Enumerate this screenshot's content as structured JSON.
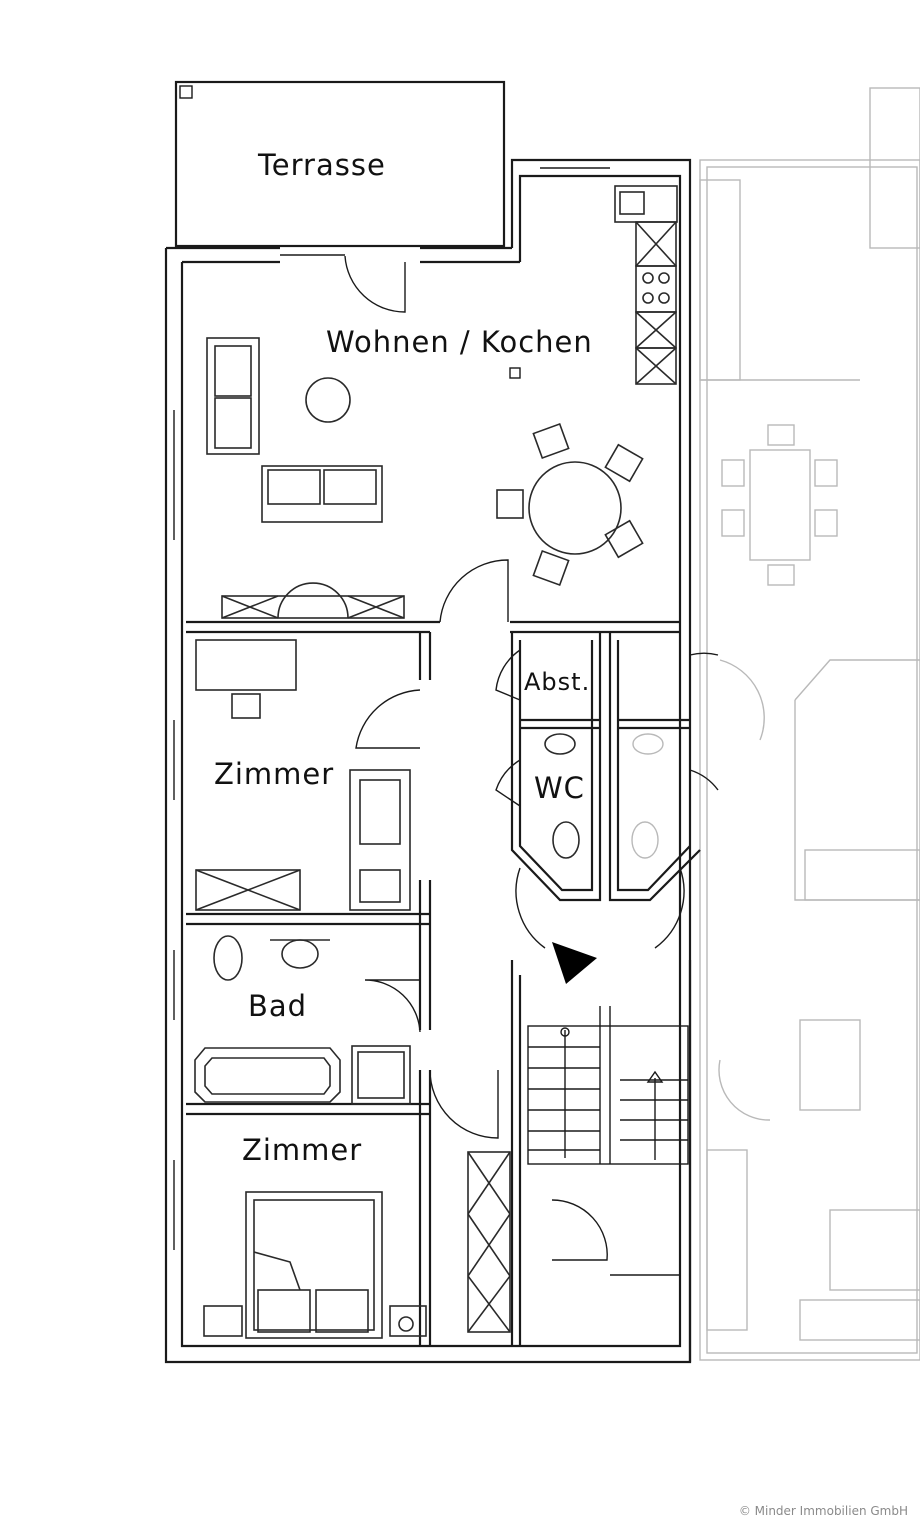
{
  "rooms": {
    "terrace": "Terrasse",
    "living_kitchen": "Wohnen / Kochen",
    "storage": "Abst.",
    "wc": "WC",
    "room_upper": "Zimmer",
    "bathroom": "Bad",
    "room_lower": "Zimmer"
  },
  "copyright": "© Minder Immobilien GmbH",
  "colors": {
    "line": "#1a1a1a",
    "ghost_line": "#b9b9b9",
    "background": "#ffffff"
  },
  "icons": {
    "entrance_marker": "triangle-right"
  }
}
